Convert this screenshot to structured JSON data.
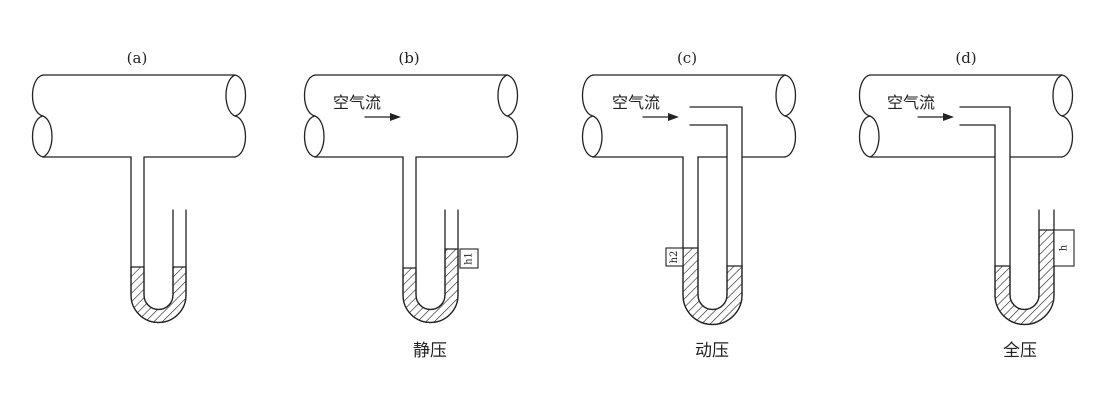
{
  "panels": [
    {
      "label": "(a)"
    },
    {
      "label": "(b)",
      "flow": "空气流",
      "height_label": "h1",
      "caption": "静压"
    },
    {
      "label": "(c)",
      "flow": "空气流",
      "height_label": "h2",
      "caption": "动压"
    },
    {
      "label": "(d)",
      "flow": "空气流",
      "height_label": "h",
      "caption": "全压"
    }
  ],
  "colors": {
    "line": "#222222",
    "background": "#ffffff"
  }
}
